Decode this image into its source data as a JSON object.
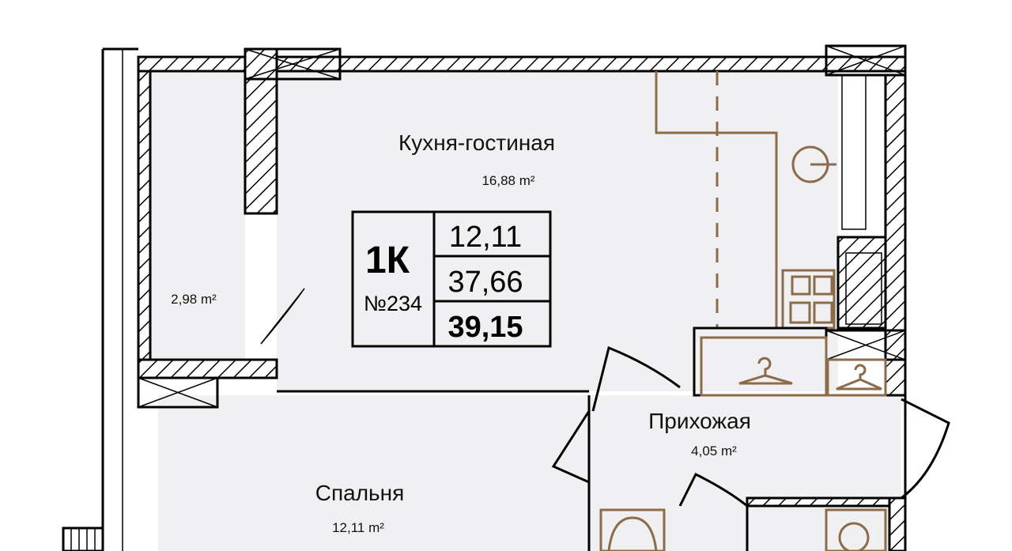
{
  "apartment": {
    "type": "1К",
    "number": "№234",
    "living_area": "12,11",
    "area_without_balcony": "37,66",
    "total_area": "39,15"
  },
  "rooms": {
    "kitchen": {
      "name": "Кухня-гостиная",
      "area": "16,88 m²"
    },
    "storage": {
      "area": "2,98 m²"
    },
    "hallway": {
      "name": "Прихожая",
      "area": "4,05 m²"
    },
    "bedroom": {
      "name": "Спальня",
      "area": "12,11 m²"
    }
  },
  "colors": {
    "furniture": "#8b6b4a",
    "floor": "#f0f0f2",
    "wall": "#000000"
  }
}
